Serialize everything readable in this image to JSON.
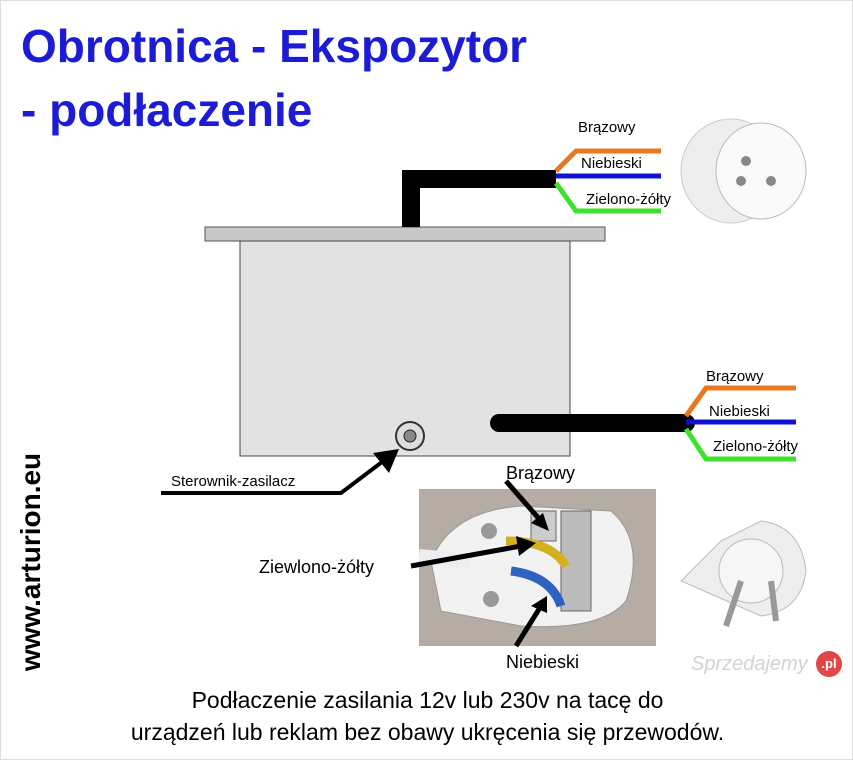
{
  "title": {
    "line1": "Obrotnica - Ekspozytor",
    "line2": "- podłaczenie"
  },
  "top_wires": {
    "brown": "Brązowy",
    "blue": "Niebieski",
    "green": "Zielono-żółty"
  },
  "right_wires": {
    "brown": "Brązowy",
    "blue": "Niebieski",
    "green": "Zielono-żółty"
  },
  "controller_label": "Sterownik-zasilacz",
  "photo_labels": {
    "brown": "Brązowy",
    "green": "Ziewlono-żółty",
    "blue": "Niebieski"
  },
  "website": "www.arturion.eu",
  "caption": {
    "line1": "Podłaczenie zasilania 12v lub 230v na tacę do",
    "line2": "urządzeń lub reklam bez obawy ukręcenia się przewodów."
  },
  "watermark": {
    "text": "Sprzedajemy",
    ".pl": ".pl"
  },
  "colors": {
    "title": "#1c1cd6",
    "brown": "#e87820",
    "blue": "#1010d0",
    "green": "#40e030"
  }
}
